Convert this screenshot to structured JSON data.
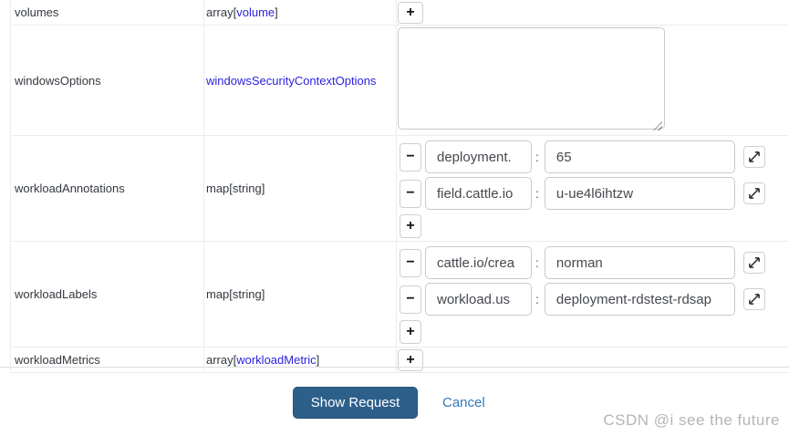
{
  "table": {
    "rows": [
      {
        "name": "volumes",
        "type": {
          "prefix": "array[",
          "link": "volume",
          "suffix": "]"
        }
      },
      {
        "name": "windowsOptions",
        "type": {
          "link": "windowsSecurityContextOptions"
        },
        "textarea_value": ""
      },
      {
        "name": "workloadAnnotations",
        "type": {
          "text": "map[string]"
        },
        "entries": [
          {
            "key": "deployment.",
            "value": "65"
          },
          {
            "key": "field.cattle.io",
            "value": "u-ue4l6ihtzw"
          }
        ]
      },
      {
        "name": "workloadLabels",
        "type": {
          "text": "map[string]"
        },
        "entries": [
          {
            "key": "cattle.io/crea",
            "value": "norman"
          },
          {
            "key": "workload.us",
            "value": "deployment-rdstest-rdsap"
          }
        ]
      },
      {
        "name": "workloadMetrics",
        "type": {
          "prefix": "array[",
          "link": "workloadMetric",
          "suffix": "]"
        }
      }
    ]
  },
  "controls": {
    "add_symbol": "+",
    "remove_symbol": "−",
    "separator": ":"
  },
  "icons": {
    "expand": "expand-arrows-icon",
    "add": "plus-icon",
    "remove": "minus-icon"
  },
  "footer": {
    "show_request_label": "Show Request",
    "cancel_label": "Cancel"
  },
  "watermark": "CSDN @i see the future",
  "colors": {
    "link": "#2d22dd",
    "primary_button": "#2d5f8b",
    "cancel_link": "#337ab7",
    "border": "#ececec",
    "watermark": "#b5b5b5"
  }
}
